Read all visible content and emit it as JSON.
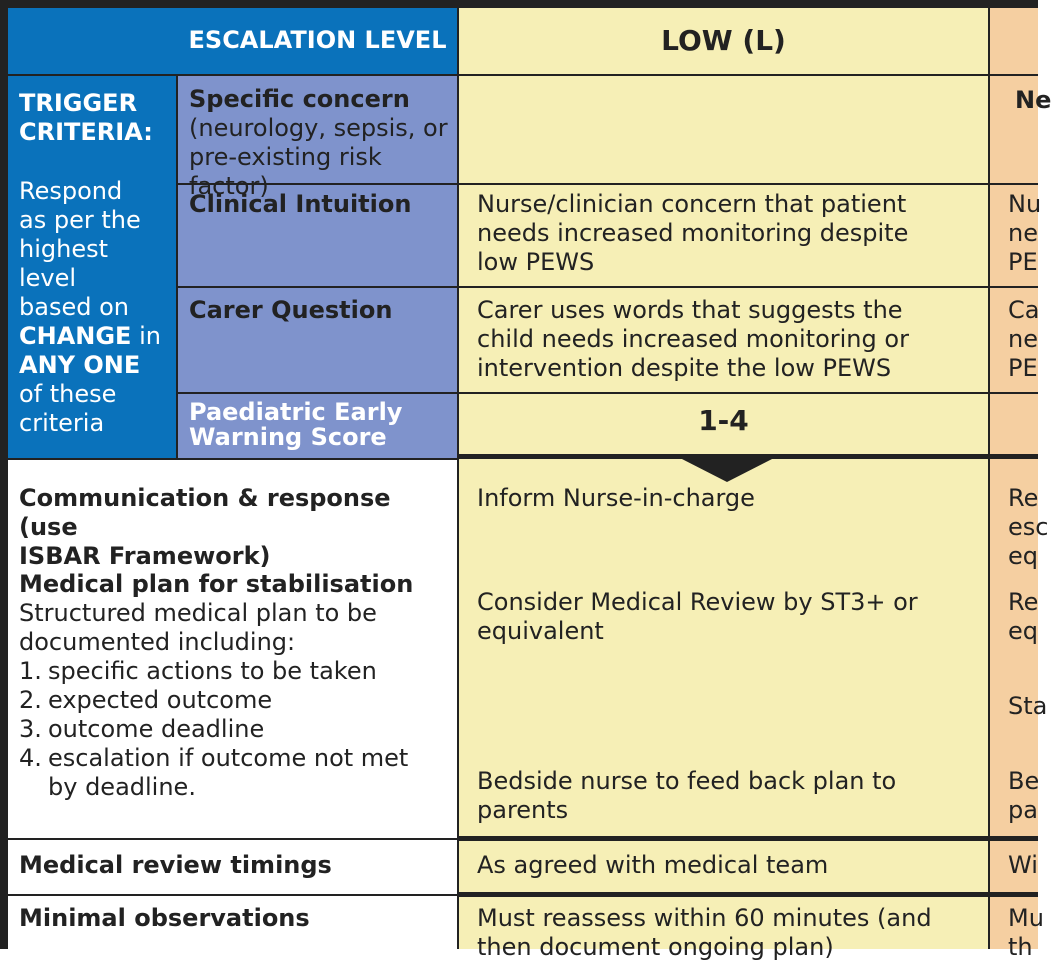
{
  "header": {
    "escalation_level_label": "ESCALATION LEVEL",
    "low_label": "LOW (L)"
  },
  "trigger": {
    "title": "TRIGGER\nCRITERIA:",
    "respond_prefix": "Respond\nas per the\nhighest\nlevel\nbased on",
    "change_word": "CHANGE",
    "in_word": " in",
    "any_one": "ANY ONE",
    "suffix": "of these\ncriteria"
  },
  "criteria": [
    {
      "label": "Specific concern",
      "sub": "(neurology, sepsis, or\npre-existing risk factor)",
      "low": "",
      "next": "Ne"
    },
    {
      "label": "Clinical Intuition",
      "sub": "",
      "low": "Nurse/clinician concern that patient\nneeds increased monitoring despite\nlow PEWS",
      "next": "Nu\nne\nPE"
    },
    {
      "label": "Carer Question",
      "sub": "",
      "low": "Carer uses words that suggests the\nchild needs increased monitoring or\nintervention despite the low PEWS",
      "next": "Ca\nne\nPE"
    },
    {
      "label": "Paediatric Early\nWarning Score",
      "sub": "",
      "low": "1-4",
      "next": ""
    }
  ],
  "communication": {
    "title": "Communication & response (use\nISBAR Framework)",
    "low": "Inform Nurse-in-charge",
    "next": "Re\nesc\neq"
  },
  "medical_plan": {
    "title": "Medical plan for stabilisation",
    "intro": "Structured medical plan to be\ndocumented including:",
    "items": [
      {
        "n": "1.",
        "text": "specific actions to be taken"
      },
      {
        "n": "2.",
        "text": "expected outcome"
      },
      {
        "n": "3.",
        "text": "outcome deadline"
      },
      {
        "n": "4.",
        "text": "escalation if outcome not met\nby deadline."
      }
    ],
    "low_review": "Consider Medical Review by ST3+ or\nequivalent",
    "next_review": "Re\neq",
    "next_sta": "Sta",
    "low_feedback": "Bedside nurse to feed back plan to\nparents",
    "next_feedback": "Be\npa"
  },
  "review_timings": {
    "title": "Medical review timings",
    "low": "As agreed with medical team",
    "next": "Wi"
  },
  "observations": {
    "title": "Minimal observations",
    "low": "Must reassess within 60 minutes (and\nthen document ongoing plan)",
    "next": "Mu\nth"
  },
  "colors": {
    "blue": "#0a72bb",
    "lavender": "#7f93cc",
    "yellow": "#f6efb6",
    "orange": "#f5cfa1"
  }
}
